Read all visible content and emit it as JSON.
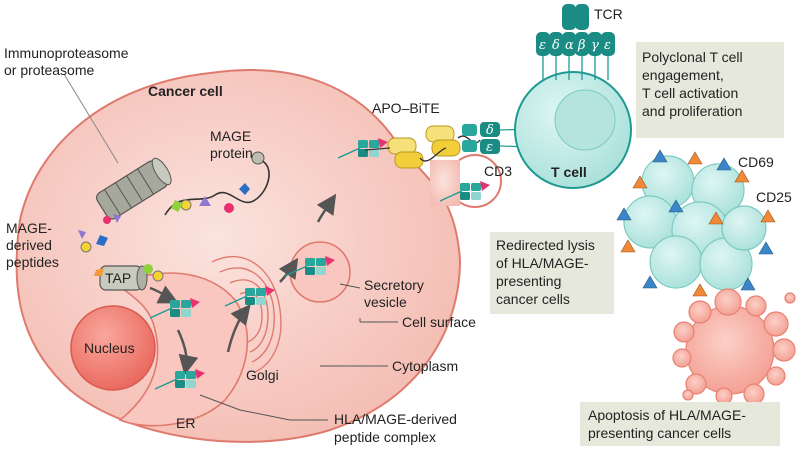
{
  "labels": {
    "proteasome": [
      "Immunoproteasome",
      "or proteasome"
    ],
    "cancer_cell": "Cancer cell",
    "mage_protein": [
      "MAGE",
      "protein"
    ],
    "mage_peptides": [
      "MAGE-",
      "derived",
      "peptides"
    ],
    "tap": "TAP",
    "nucleus": "Nucleus",
    "er": "ER",
    "golgi": "Golgi",
    "secretory_vesicle": [
      "Secretory",
      "vesicle"
    ],
    "cell_surface": "Cell surface",
    "cytoplasm": "Cytoplasm",
    "complex": [
      "HLA/MAGE-derived",
      "peptide complex"
    ],
    "apo_bite": "APO–BiTE",
    "cd3": "CD3",
    "tcr": "TCR",
    "tcr_chains": [
      "ε",
      "δ",
      "α",
      "β",
      "γ",
      "ε"
    ],
    "cd3_chains": [
      "δ",
      "ε"
    ],
    "t_cell": "T cell",
    "cd69": "CD69",
    "cd25": "CD25"
  },
  "callouts": {
    "polyclonal": [
      "Polyclonal T cell",
      "engagement,",
      "T cell activation",
      "and proliferation"
    ],
    "lysis": [
      "Redirected lysis",
      "of HLA/MAGE-",
      "presenting",
      "cancer cells"
    ],
    "apoptosis": [
      "Apoptosis of HLA/MAGE-",
      "presenting cancer cells"
    ]
  },
  "colors": {
    "cancer_fill": "#f8d3cc",
    "cancer_stroke": "#e07a6e",
    "nucleus": "#f27e72",
    "tcell_fill": "#c7ece8",
    "tcell_stroke": "#1f9a93",
    "teal_dark": "#1a8c84",
    "callout_bg": "#e7e8dc",
    "magenta": "#e8316f",
    "yellow": "#f6d233"
  }
}
